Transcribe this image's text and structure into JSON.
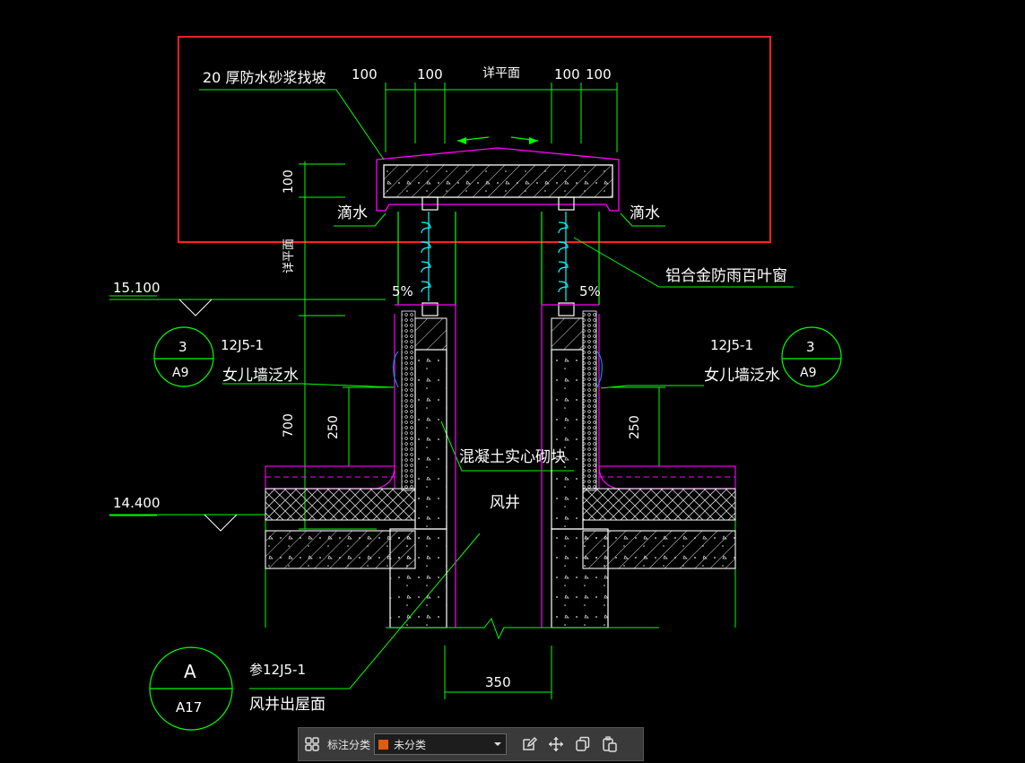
{
  "drawing": {
    "note_mortar": "20 厚防水砂浆找坡",
    "dim_100_a": "100",
    "dim_100_b": "100",
    "dim_100_c": "100",
    "dim_100_d": "100",
    "dim_detail_plan": "详平面",
    "dim_cap_height": "100",
    "drip_left": "滴水",
    "drip_right": "滴水",
    "dim_detail_plan_vertical": "详平面",
    "louver": "铝合金防雨百叶窗",
    "elev_top": "15.100",
    "elev_bottom": "14.400",
    "slope_left": "5%",
    "slope_right": "5%",
    "left_ref_num": "3",
    "left_ref_sheet": "A9",
    "left_ref_code": "12J5-1",
    "left_parapet": "女儿墙泛水",
    "right_ref_num": "3",
    "right_ref_sheet": "A9",
    "right_ref_code": "12J5-1",
    "right_parapet": "女儿墙泛水",
    "block": "混凝土实心砌块",
    "shaft": "风井",
    "dim_700": "700",
    "dim_250_left": "250",
    "dim_250_right": "250",
    "dim_350": "350",
    "section_letter": "A",
    "section_sheet": "A17",
    "section_ref": "参12J5-1",
    "section_title": "风井出屋面"
  },
  "colors": {
    "line": "#ffffff",
    "dimension": "#00ff00",
    "layer_magenta": "#ff00ff",
    "layer_cyan": "#00ffff",
    "highlight": "#ff2020",
    "category_swatch": "#e05a10"
  },
  "toolbar": {
    "category_label": "标注分类",
    "category_value": "未分类",
    "icons": [
      "grid-icon",
      "edit-icon",
      "move-icon",
      "copy-icon",
      "paste-icon"
    ]
  }
}
